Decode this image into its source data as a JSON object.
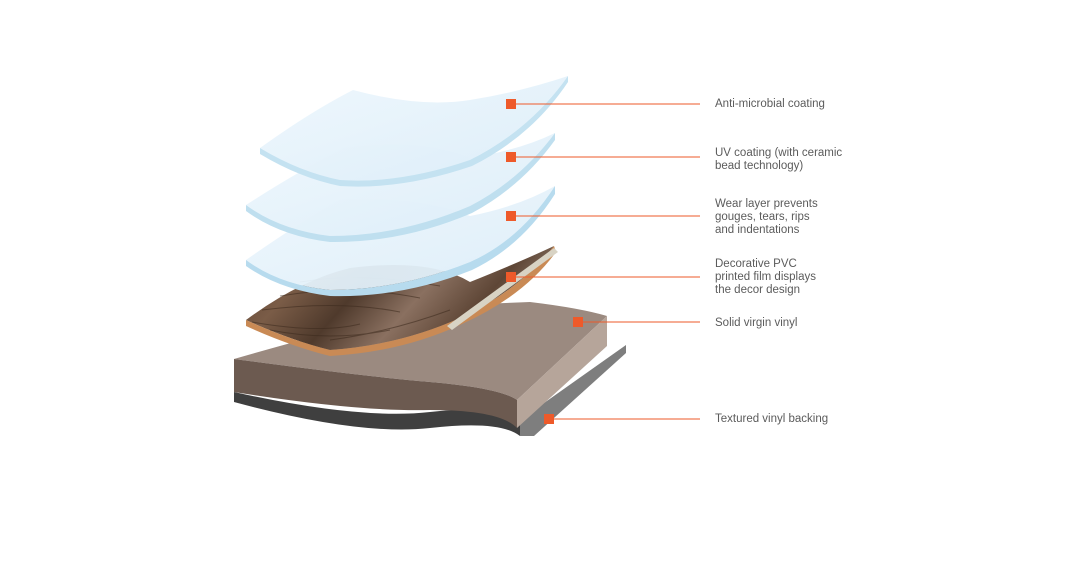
{
  "callout_color": "#ee5a2a",
  "layers": [
    {
      "id": "anti-microbial",
      "label": "Anti-microbial coating",
      "color": "#e3f2fb"
    },
    {
      "id": "uv",
      "label": "UV coating (with ceramic\nbead technology)",
      "color": "#e3f2fb"
    },
    {
      "id": "wear",
      "label": "Wear layer prevents\ngouges, tears, rips\nand indentations",
      "color": "#e3f2fb"
    },
    {
      "id": "decor",
      "label": "Decorative PVC\nprinted film displays\nthe decor design",
      "color": "#6e5240"
    },
    {
      "id": "core",
      "label": "Solid virgin vinyl",
      "color": "#9b8a80"
    },
    {
      "id": "backing",
      "label": "Textured vinyl backing",
      "color": "#7e7e7e"
    }
  ]
}
